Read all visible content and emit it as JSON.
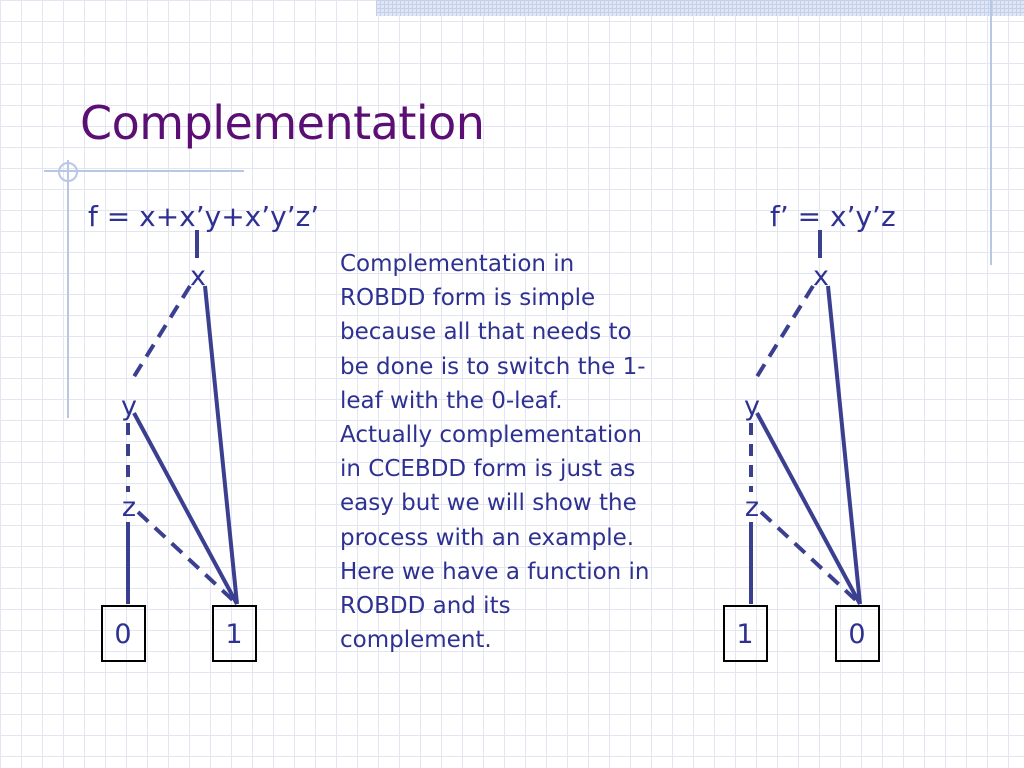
{
  "slide": {
    "title": "Complementation",
    "left_formula": "f = x+x’y+x’y’z’",
    "right_formula": "f’ = x’y’z",
    "body": "Complementation in\nROBDD form is simple\nbecause all that needs to\nbe done is to switch the 1-\nleaf with the 0-leaf.\nActually complementation\nin CCEBDD form is just as\neasy but we will show the\nprocess with an example.\nHere we have a function in\nROBDD and its\ncomplement."
  },
  "left_bdd": {
    "nodes": {
      "x": "x",
      "y": "y",
      "z": "z"
    },
    "leaves": {
      "left": "0",
      "right": "1"
    }
  },
  "right_bdd": {
    "nodes": {
      "x": "x",
      "y": "y",
      "z": "z"
    },
    "leaves": {
      "left": "1",
      "right": "0"
    }
  },
  "colors": {
    "edge": "#3b3f8f",
    "text": "#2e3191",
    "title": "#5b0e73",
    "leaf_border": "#000000"
  }
}
